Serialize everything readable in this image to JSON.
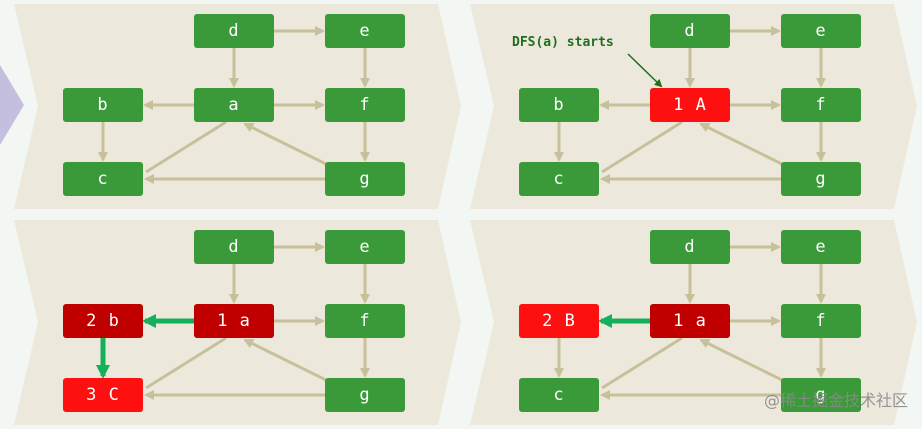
{
  "panels": [
    {
      "id": "p1",
      "nodes": {
        "d": "d",
        "e": "e",
        "b": "b",
        "a": "a",
        "f": "f",
        "c": "c",
        "g": "g"
      },
      "styles": {
        "d": "green",
        "e": "green",
        "b": "green",
        "a": "green",
        "f": "green",
        "c": "green",
        "g": "green"
      },
      "caption": ""
    },
    {
      "id": "p2",
      "nodes": {
        "d": "d",
        "e": "e",
        "b": "b",
        "a": "1 A",
        "f": "f",
        "c": "c",
        "g": "g"
      },
      "styles": {
        "d": "green",
        "e": "green",
        "b": "green",
        "a": "red",
        "f": "green",
        "c": "green",
        "g": "green"
      },
      "caption": "DFS(a) starts"
    },
    {
      "id": "p3",
      "nodes": {
        "d": "d",
        "e": "e",
        "b": "2 b",
        "a": "1 a",
        "f": "f",
        "c": "3 C",
        "g": "g"
      },
      "styles": {
        "d": "green",
        "e": "green",
        "b": "dark",
        "a": "dark",
        "f": "green",
        "c": "red",
        "g": "green"
      },
      "caption": ""
    },
    {
      "id": "p4",
      "nodes": {
        "d": "d",
        "e": "e",
        "b": "2 B",
        "a": "1 a",
        "f": "f",
        "c": "c",
        "g": "g"
      },
      "styles": {
        "d": "green",
        "e": "green",
        "b": "red",
        "a": "dark",
        "f": "green",
        "c": "green",
        "g": "green"
      },
      "caption": ""
    }
  ],
  "colors": {
    "green": "#3a9a3a",
    "red": "#ff1010",
    "dark": "#c00000",
    "edge": "#c8c09a",
    "highlight_edge": "#14b05a",
    "panel_bg": "#ece8dc"
  },
  "watermark": "@稀土掘金技术社区"
}
